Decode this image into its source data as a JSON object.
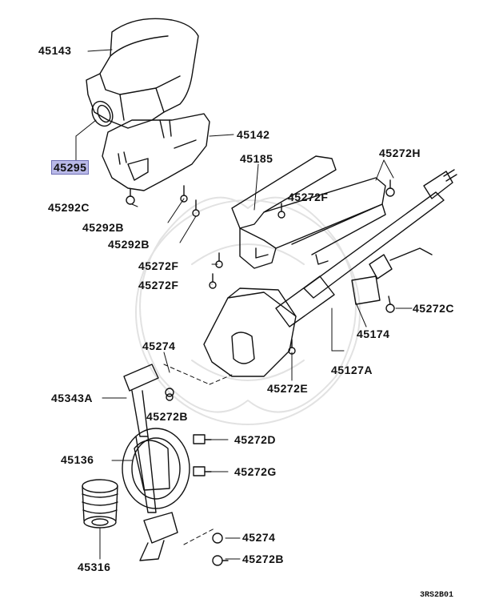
{
  "diagram": {
    "reference_code": "3RS2B01",
    "part_labels": [
      {
        "id": "45143",
        "text": "45143"
      },
      {
        "id": "45295",
        "text": "45295",
        "highlighted": true
      },
      {
        "id": "45142",
        "text": "45142"
      },
      {
        "id": "45185",
        "text": "45185"
      },
      {
        "id": "45272H",
        "text": "45272H"
      },
      {
        "id": "45292C",
        "text": "45292C"
      },
      {
        "id": "45272F_a",
        "text": "45272F"
      },
      {
        "id": "45292B_a",
        "text": "45292B"
      },
      {
        "id": "45292B_b",
        "text": "45292B"
      },
      {
        "id": "45272F_b",
        "text": "45272F"
      },
      {
        "id": "45272F_c",
        "text": "45272F"
      },
      {
        "id": "45272C",
        "text": "45272C"
      },
      {
        "id": "45174",
        "text": "45174"
      },
      {
        "id": "45274_a",
        "text": "45274"
      },
      {
        "id": "45127A",
        "text": "45127A"
      },
      {
        "id": "45272E",
        "text": "45272E"
      },
      {
        "id": "45343A",
        "text": "45343A"
      },
      {
        "id": "45272B_a",
        "text": "45272B"
      },
      {
        "id": "45272D",
        "text": "45272D"
      },
      {
        "id": "45136",
        "text": "45136"
      },
      {
        "id": "45272G",
        "text": "45272G"
      },
      {
        "id": "45274_b",
        "text": "45274"
      },
      {
        "id": "45316",
        "text": "45316"
      },
      {
        "id": "45272B_b",
        "text": "45272B"
      }
    ]
  }
}
